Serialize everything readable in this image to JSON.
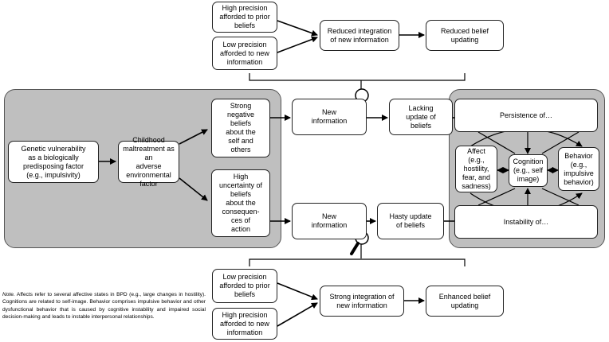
{
  "top": {
    "prior_high": "High precision\nafforded to prior\nbeliefs",
    "new_low": "Low precision\nafforded to new\ninformation",
    "reduced_integration": "Reduced integration\nof new information",
    "reduced_updating": "Reduced belief\nupdating"
  },
  "left_panel": {
    "genetic": "Genetic vulnerability\nas a biologically\npredisposing factor\n(e.g., impulsivity)",
    "childhood": "Childhood\nmaltreatment as an\nadverse\nenvironmental factor",
    "negative": "Strong\nnegative\nbeliefs\nabout the\nself and\nothers",
    "uncertainty": "High\nuncertainty of beliefs\nabout the\nconsequen-\nces of\naction"
  },
  "middle": {
    "new_info_top": "New\ninformation",
    "lacking": "Lacking\nupdate of\nbeliefs",
    "new_info_bottom": "New\ninformation",
    "hasty": "Hasty update\nof beliefs"
  },
  "right_panel": {
    "persistence": "Persistence of…",
    "affect": "Affect\n(e.g.,\nhostility,\nfear, and\nsadness)",
    "cognition": "Cognition\n(e.g., self\nimage)",
    "behavior": "Behavior\n(e.g.,\nimpulsive\nbehavior)",
    "instability": "Instability of…"
  },
  "bottom": {
    "prior_low": "Low precision\nafforded to prior\nbeliefs",
    "new_high": "High precision\nafforded to new\ninformation",
    "strong_integration": "Strong integration of\nnew information",
    "enhanced_updating": "Enhanced belief\nupdating"
  },
  "note": {
    "label": "Note.",
    "text": " Affects refer to several affective states in BPD (e.g., large changes in hostility). Cognitions are related to self-image. Behavior comprises impulsive behavior and other dysfunctional behavior that is caused by cognitive instability and impaired social decision-making and leads to instable interpersonal relationships."
  },
  "icons": [
    "magnifier-icon",
    "magnifier-icon"
  ],
  "colors": {
    "panel": "#bfbfbf",
    "box": "#ffffff",
    "line": "#000000"
  }
}
